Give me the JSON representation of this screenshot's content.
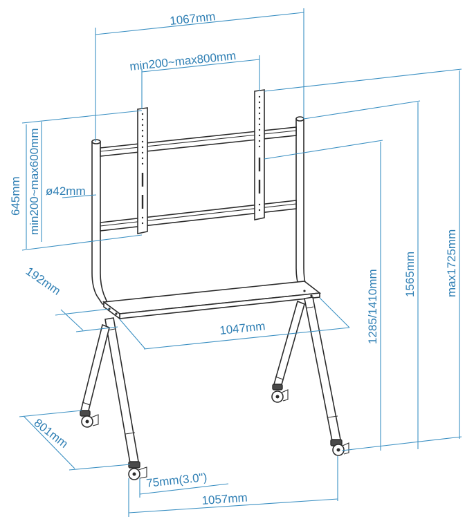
{
  "diagram": {
    "line_color": "#3a8fc2",
    "text_color": "#2f7fb4",
    "frame_color": "#2b2b2b",
    "labels": {
      "overall_width": "1067mm",
      "vesa_width": "min200~max800mm",
      "vesa_height": "min200~max600mm",
      "rail_height": "645mm",
      "pole_diameter": "ø42mm",
      "shelf_depth": "192mm",
      "shelf_width": "1047mm",
      "shelf_height": "1285/1410mm",
      "top_height": "1565mm",
      "max_height": "max1725mm",
      "base_depth": "801mm",
      "caster_size": "75mm(3.0\")",
      "base_width": "1057mm"
    }
  }
}
